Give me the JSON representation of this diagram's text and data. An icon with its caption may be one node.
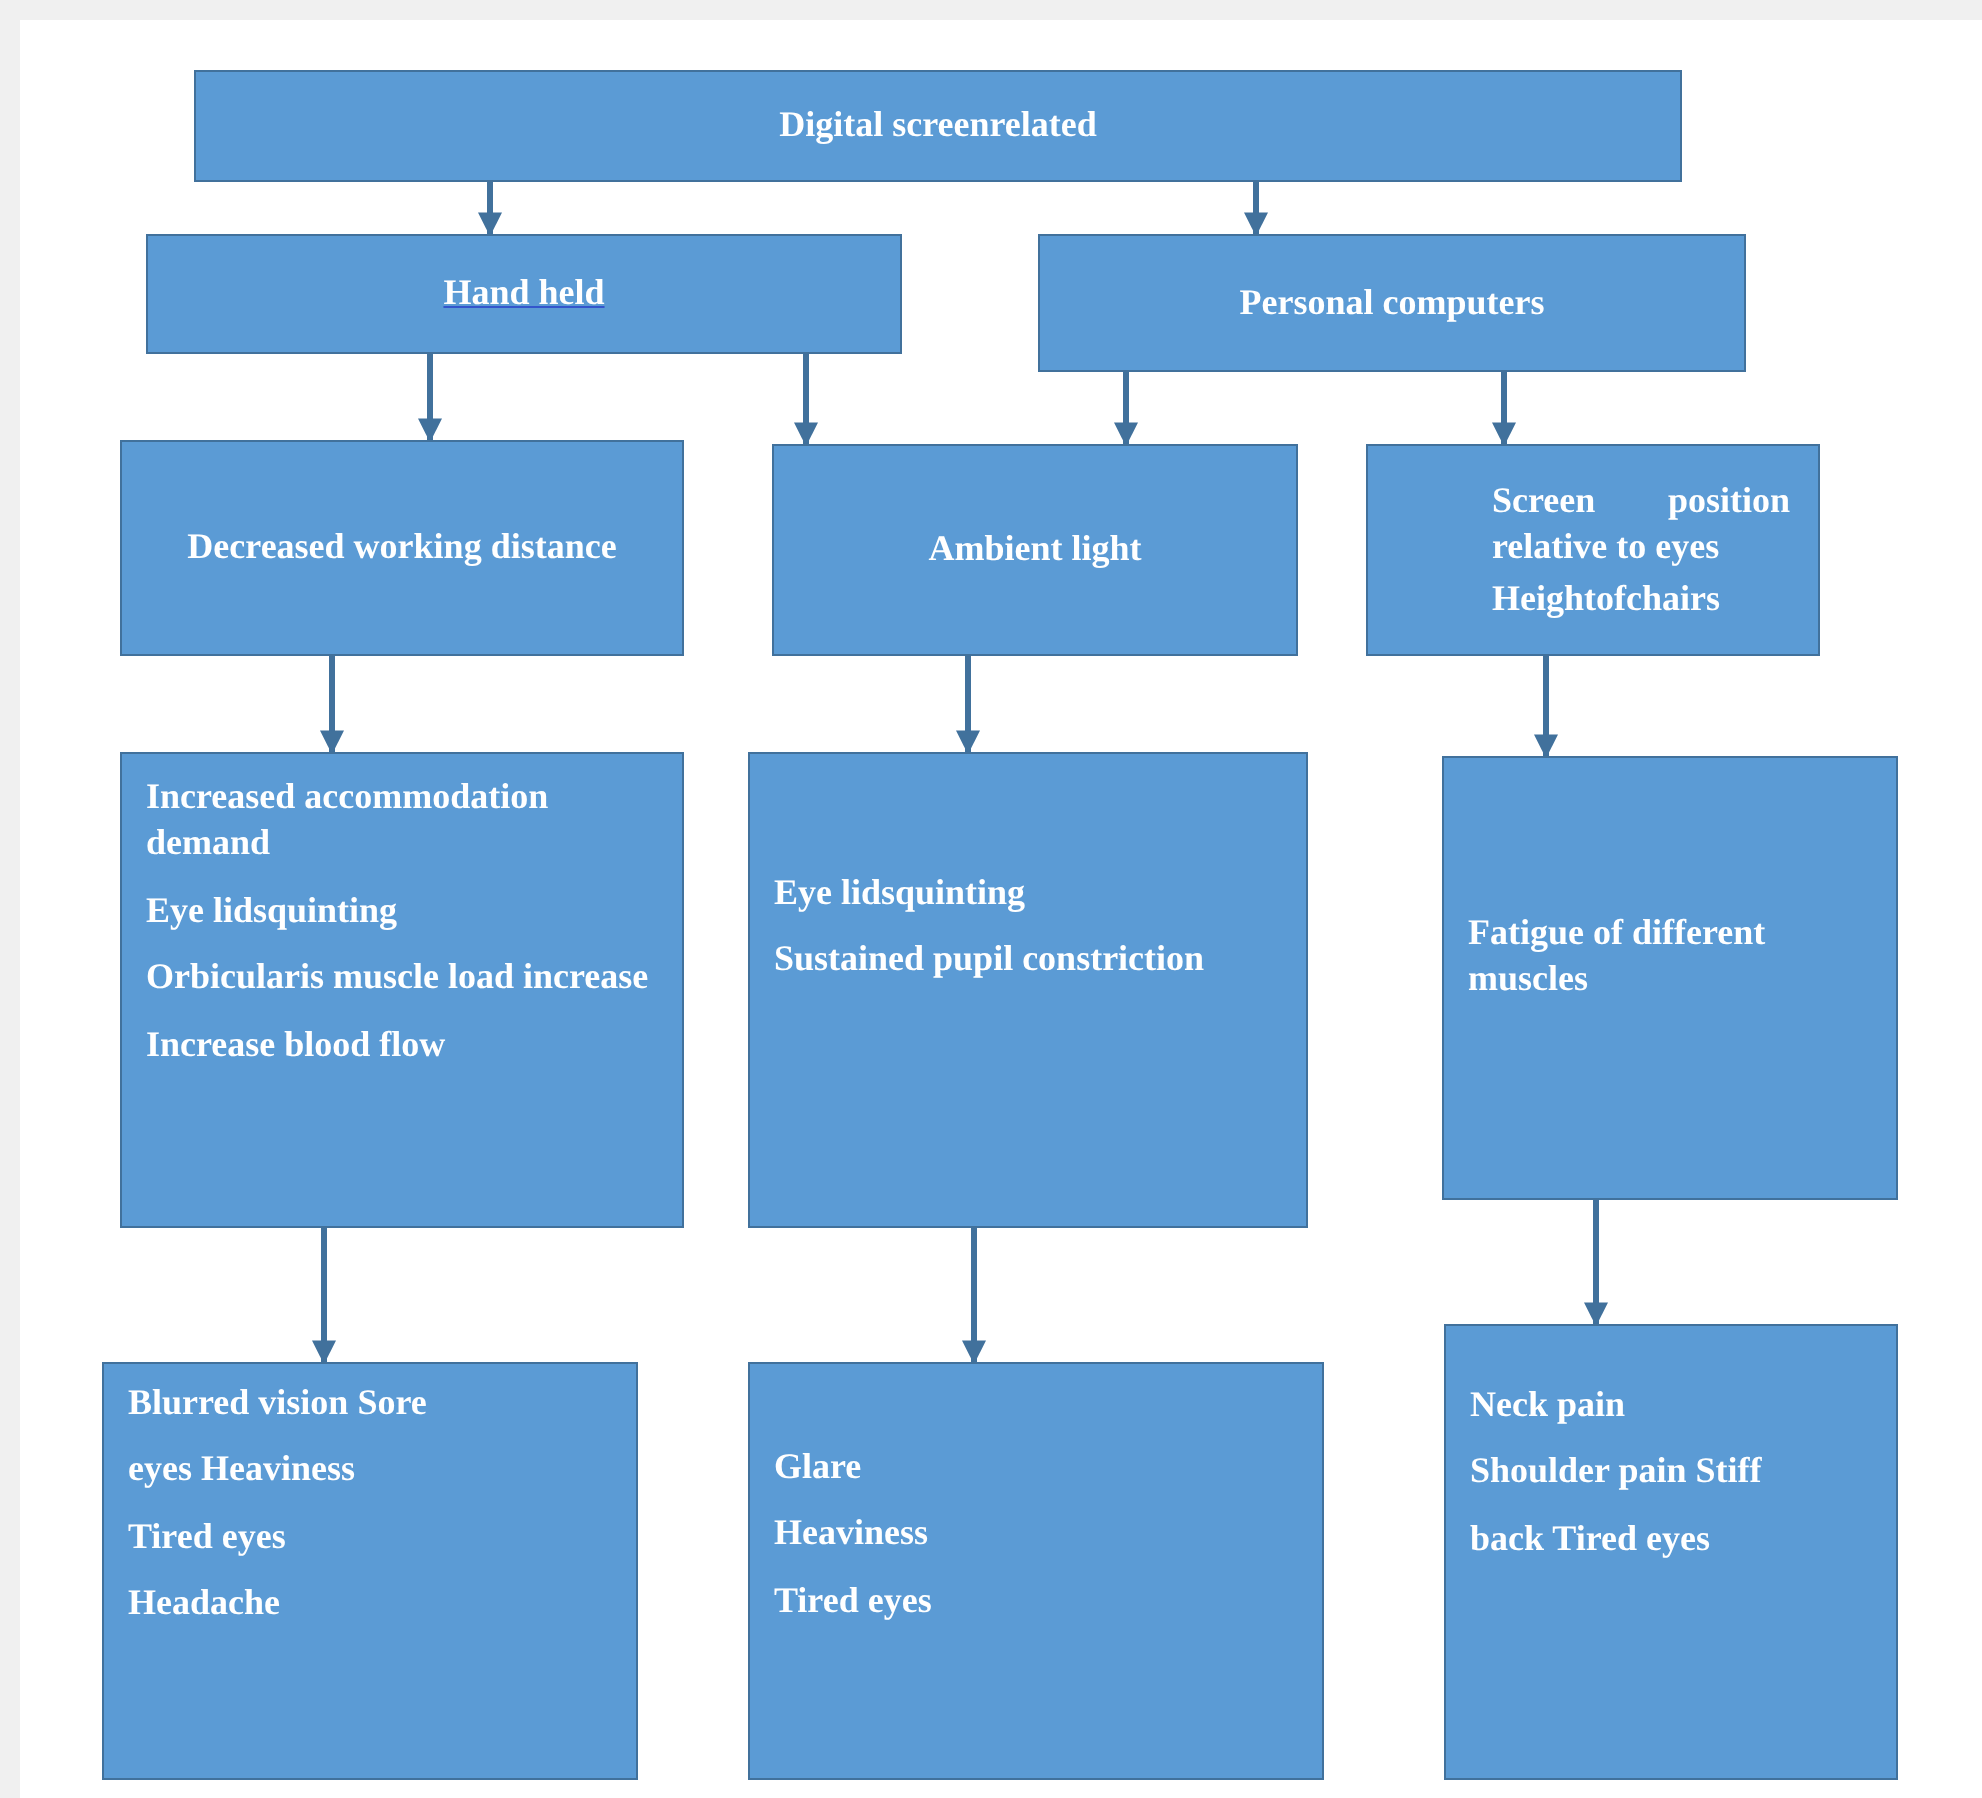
{
  "diagram": {
    "nodes": [
      {
        "text": [
          "Digital screenrelated"
        ]
      },
      {
        "text": [
          "Hand held"
        ]
      },
      {
        "text": [
          "Personal computers"
        ]
      },
      {
        "text": [
          "Decreased working distance"
        ]
      },
      {
        "text": [
          "Ambient light"
        ]
      },
      {
        "text": [
          "Screen position relative to eyes",
          "Heightofchairs"
        ]
      },
      {
        "text": [
          "Increased accommodation demand",
          "Eye lidsquinting",
          "Orbicularis muscle load increase",
          "Increase blood flow"
        ]
      },
      {
        "text": [
          "Eye lidsquinting",
          "Sustained pupil constriction"
        ]
      },
      {
        "text": [
          "Fatigue of different muscles"
        ]
      },
      {
        "text": [
          "Blurred vision Sore",
          "eyes Heaviness",
          "Tired eyes",
          "Headache"
        ]
      },
      {
        "text": [
          "Glare",
          "Heaviness",
          "Tired eyes"
        ]
      },
      {
        "text": [
          "Neck pain",
          "Shoulder pain Stiff",
          "back Tired eyes"
        ]
      }
    ],
    "edges": [
      {
        "from": 0,
        "to": 1,
        "arrow": "to"
      },
      {
        "from": 0,
        "to": 2,
        "arrow": "to"
      },
      {
        "from": 1,
        "to": 3,
        "arrow": "to"
      },
      {
        "from": 1,
        "to": 4,
        "arrow": "to"
      },
      {
        "from": 2,
        "to": 4,
        "arrow": "to"
      },
      {
        "from": 2,
        "to": 5,
        "arrow": "to"
      },
      {
        "from": 3,
        "to": 6,
        "arrow": "to"
      },
      {
        "from": 4,
        "to": 7,
        "arrow": "to"
      },
      {
        "from": 5,
        "to": 8,
        "arrow": "to"
      },
      {
        "from": 6,
        "to": 9,
        "arrow": "to"
      },
      {
        "from": 7,
        "to": 10,
        "arrow": "to"
      },
      {
        "from": 8,
        "to": 11,
        "arrow": "to"
      }
    ]
  }
}
